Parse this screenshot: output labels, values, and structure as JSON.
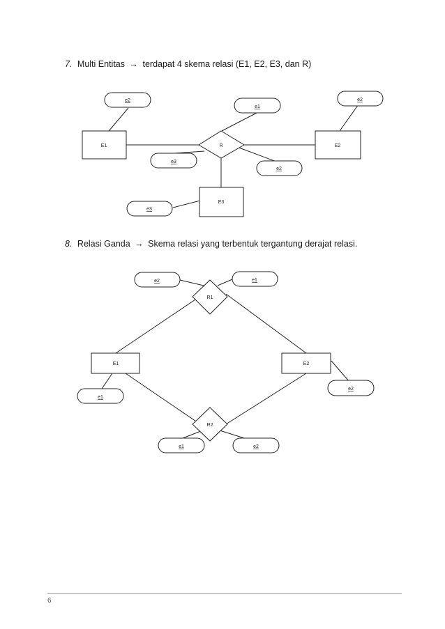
{
  "section7": {
    "number": "7.",
    "text_before": "Multi Entitas",
    "arrow": "→",
    "text_after": "terdapat 4 skema relasi (E1, E2, E3, dan R)"
  },
  "section8": {
    "number": "8.",
    "text_before": "Relasi Ganda",
    "arrow": "→",
    "text_after": "Skema relasi yang terbentuk tergantung derajat relasi."
  },
  "diagram1": {
    "entity_e1": "E1",
    "entity_e2": "E2",
    "entity_e3": "E3",
    "relation_r": "R",
    "attr_e1": "e2",
    "attr_r_top": "e1",
    "attr_e2": "e2",
    "attr_r_left": "e3",
    "attr_r_right": "e2",
    "attr_e3": "e3"
  },
  "diagram2": {
    "entity_e1": "E1",
    "entity_e2": "E2",
    "relation_r1": "R1",
    "relation_r2": "R2",
    "attr_r1_left": "e2",
    "attr_r1_right": "e1",
    "attr_e1": "e1",
    "attr_e2": "e2",
    "attr_r2_left": "e1",
    "attr_r2_right": "e2"
  },
  "footer": {
    "page_number": "6"
  }
}
